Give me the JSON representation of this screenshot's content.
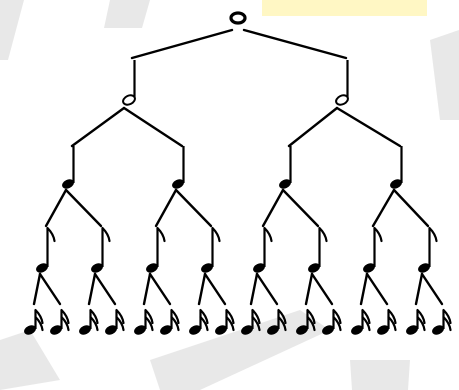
{
  "diagram": {
    "kind": "note-value-tree",
    "levels": [
      {
        "note": "whole",
        "icon": "whole-note-icon",
        "count": 1
      },
      {
        "note": "half",
        "icon": "half-note-icon",
        "count": 2
      },
      {
        "note": "quarter",
        "icon": "quarter-note-icon",
        "count": 4
      },
      {
        "note": "eighth",
        "icon": "eighth-note-icon",
        "count": 8
      },
      {
        "note": "sixteenth",
        "icon": "sixteenth-note-icon",
        "count": 16
      }
    ],
    "colors": {
      "ink": "#000000",
      "background": "#ffffff",
      "watermark": "#bcbcbc",
      "highlight": "#fff7c4"
    }
  }
}
